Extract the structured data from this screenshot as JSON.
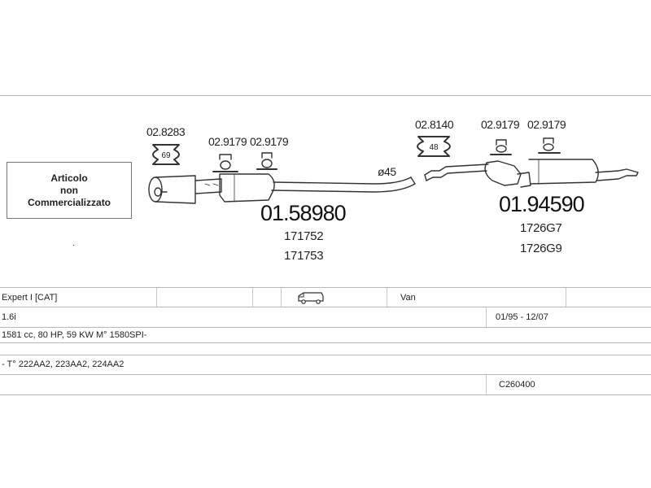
{
  "notice": {
    "lines": [
      "Articolo",
      "non",
      "Commercializzato"
    ]
  },
  "diagram": {
    "left_group": {
      "clamp_ref": "02.8283",
      "clamp_badge": "69",
      "hanger_refs": [
        "02.9179",
        "02.9179"
      ],
      "main_part": "01.58980",
      "oem_numbers": [
        "171752",
        "171753"
      ]
    },
    "pipe_diameter": "ø45",
    "right_group": {
      "clamp_ref": "02.8140",
      "clamp_badge": "48",
      "hanger_refs": [
        "02.9179",
        "02.9179"
      ],
      "main_part": "01.94590",
      "oem_numbers": [
        "1726G7",
        "1726G9"
      ]
    }
  },
  "vehicle_table": {
    "model": "Expert I [CAT]",
    "body_type": "Van",
    "body_icon": "van-icon",
    "engine": "1.6i",
    "period": "01/95 - 12/07",
    "specs": "1581 cc, 80 HP, 59 KW M° 1580SPI-",
    "type_codes": "- T° 222AA2, 223AA2, 224AA2",
    "code": "C260400"
  },
  "colors": {
    "line": "#333333",
    "border": "#b8b8b8",
    "text": "#1a1a1a"
  }
}
